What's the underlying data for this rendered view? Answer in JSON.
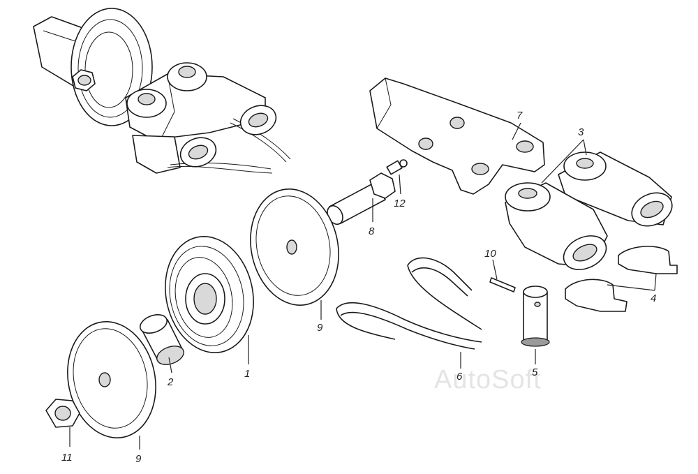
{
  "watermark": "AutoSoft",
  "callouts": [
    {
      "id": "lbl-1",
      "text": "1"
    },
    {
      "id": "lbl-2",
      "text": "2"
    },
    {
      "id": "lbl-3",
      "text": "3"
    },
    {
      "id": "lbl-4",
      "text": "4"
    },
    {
      "id": "lbl-5",
      "text": "5"
    },
    {
      "id": "lbl-6",
      "text": "6"
    },
    {
      "id": "lbl-7",
      "text": "7"
    },
    {
      "id": "lbl-8",
      "text": "8"
    },
    {
      "id": "lbl-9a",
      "text": "9"
    },
    {
      "id": "lbl-9b",
      "text": "9"
    },
    {
      "id": "lbl-10",
      "text": "10"
    },
    {
      "id": "lbl-11",
      "text": "11"
    },
    {
      "id": "lbl-12",
      "text": "12"
    }
  ]
}
